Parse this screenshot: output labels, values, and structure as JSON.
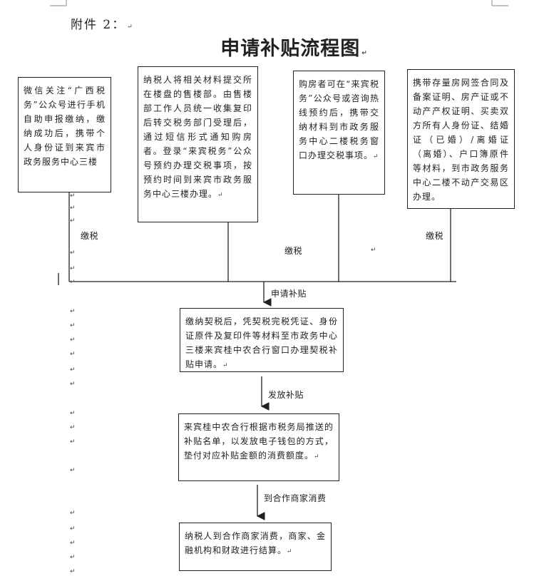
{
  "header": {
    "attachment": "附件 2：",
    "title": "申请补贴流程图"
  },
  "boxes": {
    "wechat": "微信关注“广西税务”公众号进行手机自助申报缴纳，缴纳成功后，携带个人身份证到来宾市政务服务中心三楼",
    "developer": "纳税人将相关材料提交所在楼盘的售楼部。由售楼部工作人员统一收集复印后转交税务部门受理后，通过短信形式通知购房者。登录“来宾税务”公众号预约办理交税事项，按预约时间到来宾市政务服务中心三楼办理。",
    "appointment": "购房者可在“来宾税务”公众号或咨询热线预约后，携带交纳材料到市政务服务中心二楼税务窗口办理交税事项。",
    "stock": "携带存量房网签合同及备案证明、房产证或不动产产权证明、买卖双方所有人身份证、结婚证（已婚）/离婚证（离婚）、户口簿原件等材料，到市政务服务中心二楼不动产交易区办理。",
    "apply": "缴纳契税后，凭契税完税凭证、身份证原件及复印件等材料至市政务中心三楼来宾桂中农合行窗口办理契税补贴申请。",
    "issue": "来宾桂中农合行根据市税务局推送的补贴名单，以发放电子钱包的方式，垫付对应补贴金额的消费额度。",
    "consume": "纳税人到合作商家消费，商家、金融机构和财政进行结算。"
  },
  "labels": {
    "pay_left": "缴税",
    "pay_middle": "缴税",
    "pay_right": "缴税",
    "apply_subsidy": "申请补贴",
    "issue_subsidy": "发放补贴",
    "go_consume": "到合作商家消费"
  },
  "marks": {
    "return": "↵"
  }
}
